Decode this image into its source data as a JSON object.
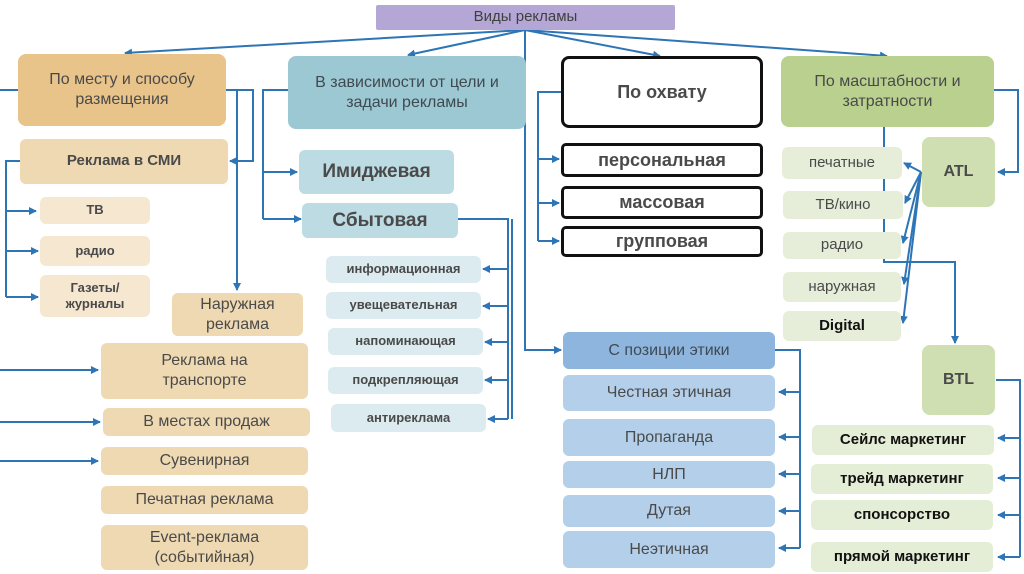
{
  "root": {
    "label": "Виды рекламы"
  },
  "colors": {
    "connector": "#2e75b6",
    "placement": "#e8c38a",
    "purpose": "#9cc8d3",
    "coverage_border": "#111111",
    "scale": "#b9d08f",
    "ethics": "#8db5dd",
    "root": "#b4a7d6"
  },
  "placement": {
    "label": "По месту и способу размещения",
    "media": {
      "label": "Реклама в СМИ",
      "items": [
        "ТВ",
        "радио",
        "Газеты/журналы"
      ]
    },
    "outdoor": "Наружная реклама",
    "other": [
      "Реклама на транспорте",
      "В местах продаж",
      "Сувенирная",
      "Печатная реклама",
      "Event-реклама (событийная)"
    ]
  },
  "purpose": {
    "label": "В зависимости от цели и задачи рекламы",
    "image": "Имиджевая",
    "sales": {
      "label": "Сбытовая",
      "items": [
        "информационная",
        "увещевательная",
        "напоминающая",
        "подкрепляющая",
        "антиреклама"
      ]
    }
  },
  "coverage": {
    "label": "По охвату",
    "items": [
      "персональная",
      "массовая",
      "групповая"
    ]
  },
  "ethics": {
    "label": "С позиции этики",
    "items": [
      "Честная этичная",
      "Пропаганда",
      "НЛП",
      "Дутая",
      "Неэтичная"
    ]
  },
  "scale": {
    "label": "По масштабности и затратности",
    "atl": {
      "label": "ATL",
      "items": [
        "печатные",
        "ТВ/кино",
        "радио",
        "наружная",
        "Digital"
      ]
    },
    "btl": {
      "label": "BTL",
      "items": [
        "Сейлс маркетинг",
        "трейд маркетинг",
        "спонсорство",
        "прямой маркетинг"
      ]
    }
  }
}
